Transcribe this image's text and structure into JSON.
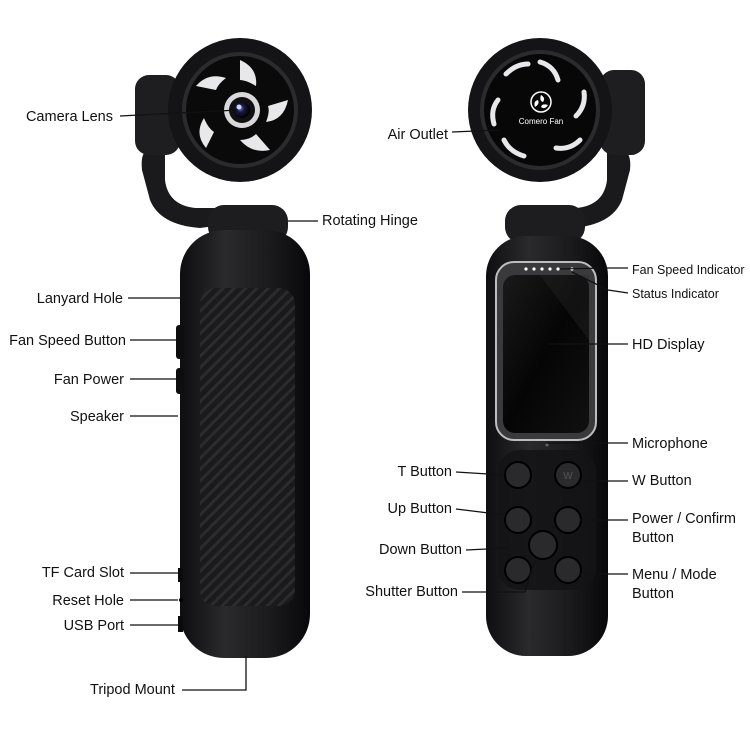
{
  "product": {
    "fan_logo_text": "Comero Fan"
  },
  "left_labels": {
    "camera_lens": "Camera Lens",
    "lanyard_hole": "Lanyard Hole",
    "fan_speed_button": "Fan Speed Button",
    "fan_power": "Fan Power",
    "speaker": "Speaker",
    "tf_card_slot": "TF Card Slot",
    "reset_hole": "Reset Hole",
    "usb_port": "USB Port",
    "tripod_mount": "Tripod Mount"
  },
  "center_labels": {
    "rotating_hinge": "Rotating Hinge",
    "air_outlet": "Air Outlet",
    "t_button": "T Button",
    "up_button": "Up Button",
    "down_button": "Down Button",
    "shutter_button": "Shutter Button"
  },
  "right_labels": {
    "fan_speed_indicator": "Fan Speed Indicator",
    "status_indicator": "Status Indicator",
    "hd_display": "HD Display",
    "microphone": "Microphone",
    "w_button": "W Button",
    "power_confirm_line1": "Power / Confirm",
    "power_confirm_line2": "Button",
    "menu_mode_line1": "Menu / Mode",
    "menu_mode_line2": "Button"
  },
  "button_glyphs": {
    "w": "W"
  },
  "colors": {
    "body": "#1b1b1d",
    "body_dark": "#0c0c0d",
    "leader": "#111111"
  }
}
